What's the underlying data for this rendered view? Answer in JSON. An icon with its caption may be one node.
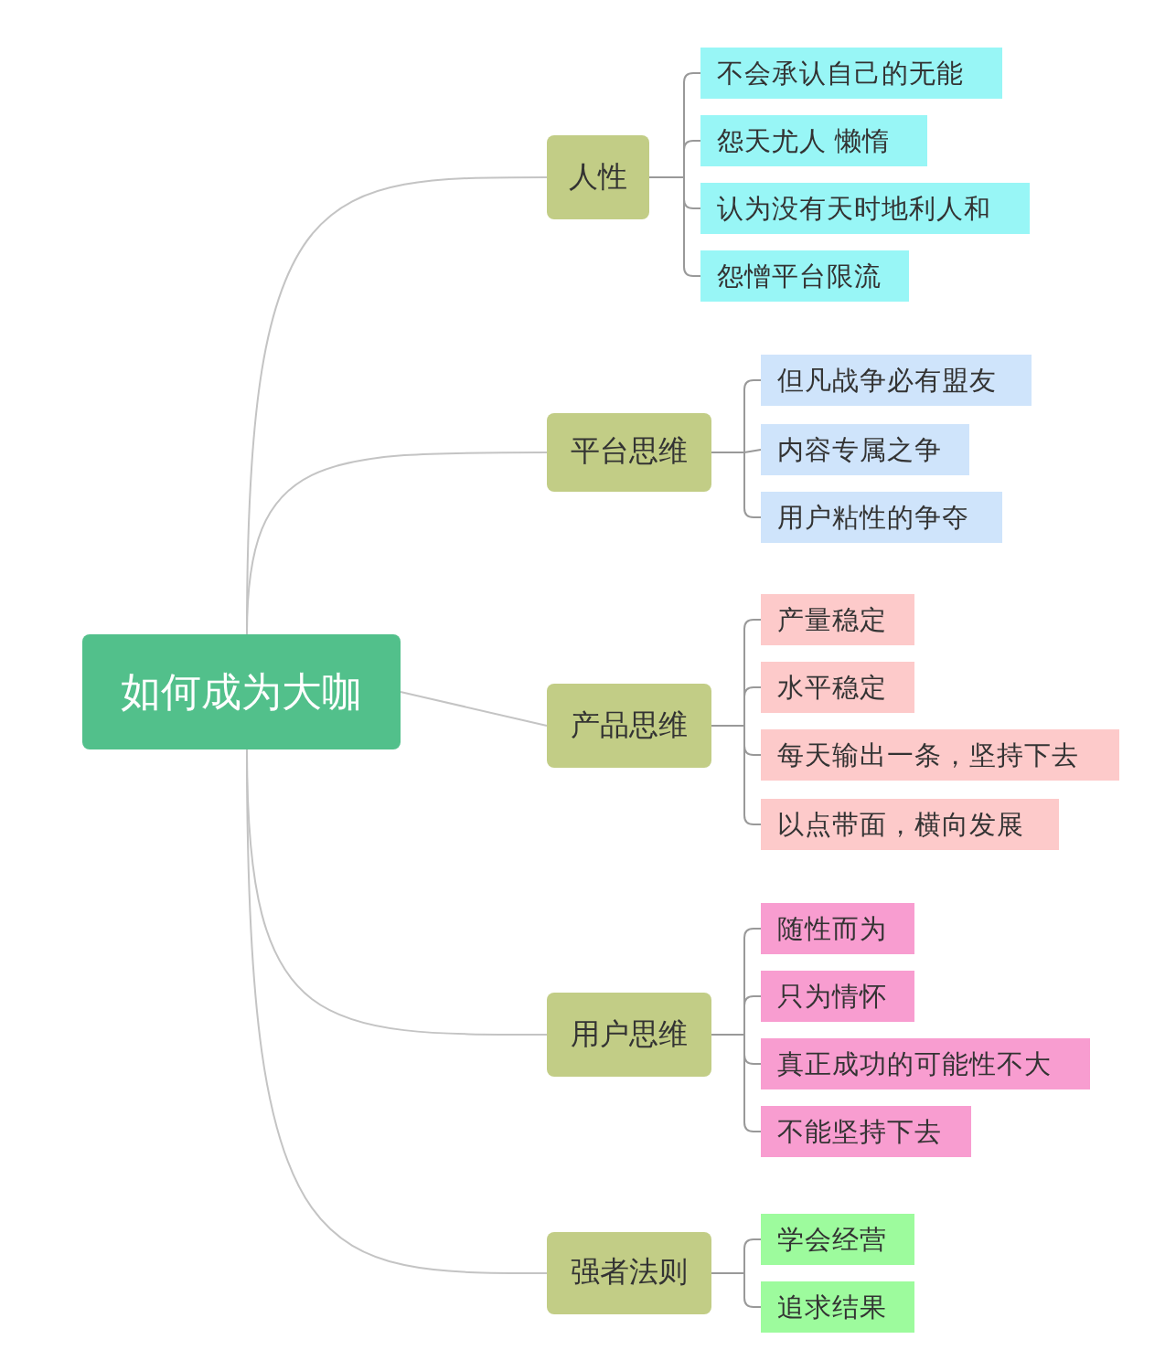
{
  "diagram": {
    "nodes": [
      {
        "text": [
          "如何成为大咖"
        ]
      },
      {
        "text": [
          "人性"
        ]
      },
      {
        "text": [
          "不会承认自己的无能"
        ]
      },
      {
        "text": [
          "怨天尤人  懒惰"
        ]
      },
      {
        "text": [
          "认为没有天时地利人和"
        ]
      },
      {
        "text": [
          "怨憎平台限流"
        ]
      },
      {
        "text": [
          "平台思维"
        ]
      },
      {
        "text": [
          "但凡战争必有盟友"
        ]
      },
      {
        "text": [
          "内容专属之争"
        ]
      },
      {
        "text": [
          "用户粘性的争夺"
        ]
      },
      {
        "text": [
          "产品思维"
        ]
      },
      {
        "text": [
          "产量稳定"
        ]
      },
      {
        "text": [
          "水平稳定"
        ]
      },
      {
        "text": [
          "每天输出一条，坚持下去"
        ]
      },
      {
        "text": [
          "以点带面，横向发展"
        ]
      },
      {
        "text": [
          "用户思维"
        ]
      },
      {
        "text": [
          "随性而为"
        ]
      },
      {
        "text": [
          "只为情怀"
        ]
      },
      {
        "text": [
          "真正成功的可能性不大"
        ]
      },
      {
        "text": [
          "不能坚持下去"
        ]
      },
      {
        "text": [
          "强者法则"
        ]
      },
      {
        "text": [
          "学会经营"
        ]
      },
      {
        "text": [
          "追求结果"
        ]
      }
    ],
    "edges": [
      {
        "from": 0,
        "to": 1,
        "arrow": "none"
      },
      {
        "from": 1,
        "to": 2,
        "arrow": "none"
      },
      {
        "from": 1,
        "to": 3,
        "arrow": "none"
      },
      {
        "from": 1,
        "to": 4,
        "arrow": "none"
      },
      {
        "from": 1,
        "to": 5,
        "arrow": "none"
      },
      {
        "from": 0,
        "to": 6,
        "arrow": "none"
      },
      {
        "from": 6,
        "to": 7,
        "arrow": "none"
      },
      {
        "from": 6,
        "to": 8,
        "arrow": "none"
      },
      {
        "from": 6,
        "to": 9,
        "arrow": "none"
      },
      {
        "from": 0,
        "to": 10,
        "arrow": "none"
      },
      {
        "from": 10,
        "to": 11,
        "arrow": "none"
      },
      {
        "from": 10,
        "to": 12,
        "arrow": "none"
      },
      {
        "from": 10,
        "to": 13,
        "arrow": "none"
      },
      {
        "from": 10,
        "to": 14,
        "arrow": "none"
      },
      {
        "from": 0,
        "to": 15,
        "arrow": "none"
      },
      {
        "from": 15,
        "to": 16,
        "arrow": "none"
      },
      {
        "from": 15,
        "to": 17,
        "arrow": "none"
      },
      {
        "from": 15,
        "to": 18,
        "arrow": "none"
      },
      {
        "from": 15,
        "to": 19,
        "arrow": "none"
      },
      {
        "from": 0,
        "to": 20,
        "arrow": "none"
      },
      {
        "from": 20,
        "to": 21,
        "arrow": "none"
      },
      {
        "from": 20,
        "to": 22,
        "arrow": "none"
      }
    ]
  }
}
